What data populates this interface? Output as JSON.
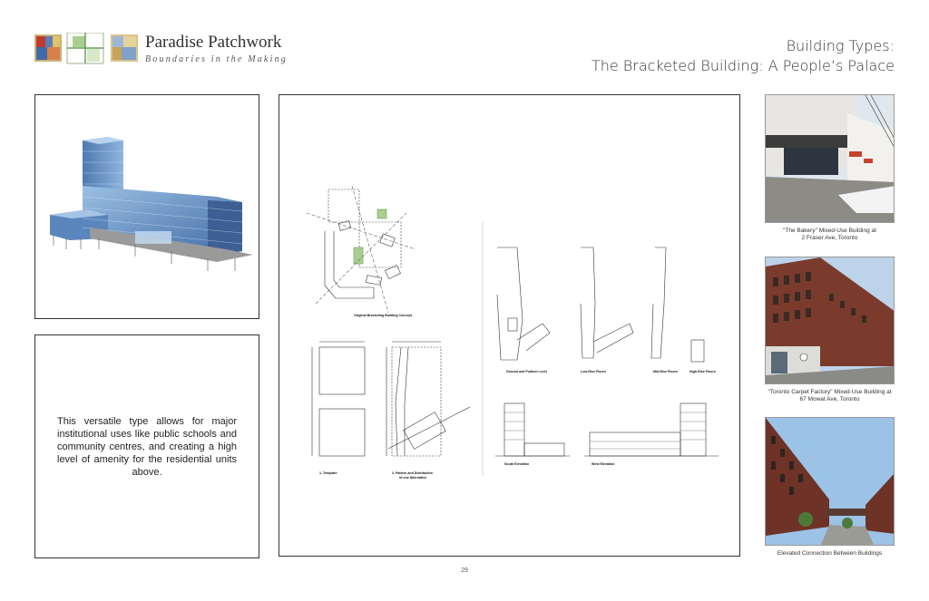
{
  "brand": {
    "name": "Paradise Patchwork",
    "tagline": "Boundaries in the Making"
  },
  "title": {
    "line1": "Building Types:",
    "line2": "The Bracketed Building: A People’s Palace"
  },
  "description": "This versatile type allows for major institutional uses like public schools and community centres, and creating a high level of amenity for the residential units above.",
  "drawings": {
    "concept_label": "Original Bracketing Building Concept",
    "template_label": "1. Template",
    "pattern_label_1": "2. Pattern and Distribution",
    "pattern_label_2": "of one Alternative",
    "plan_labels": [
      "Ground and Podium Level",
      "Low-Rise Floors",
      "Mid-Rise Floors",
      "High-Rise Floors"
    ],
    "elevation_labels": [
      "South Elevation",
      "West Elevation"
    ]
  },
  "photos": [
    {
      "caption_1": "\"The Bakery\" Mixed-Use Building at",
      "caption_2": "2 Fraser Ave, Toronto"
    },
    {
      "caption_1": "\"Toronto Carpet Factory\" Mixed-Use Building at",
      "caption_2": "67 Mowat Ave, Toronto"
    },
    {
      "caption_1": "Elevated Connection Between Buildings",
      "caption_2": ""
    }
  ],
  "page_number": "29",
  "colors": {
    "glass": "#6f9ac9",
    "brick": "#7a3b2c",
    "sky": "#a9c8e6",
    "accent_green": "#a8cf8e"
  }
}
